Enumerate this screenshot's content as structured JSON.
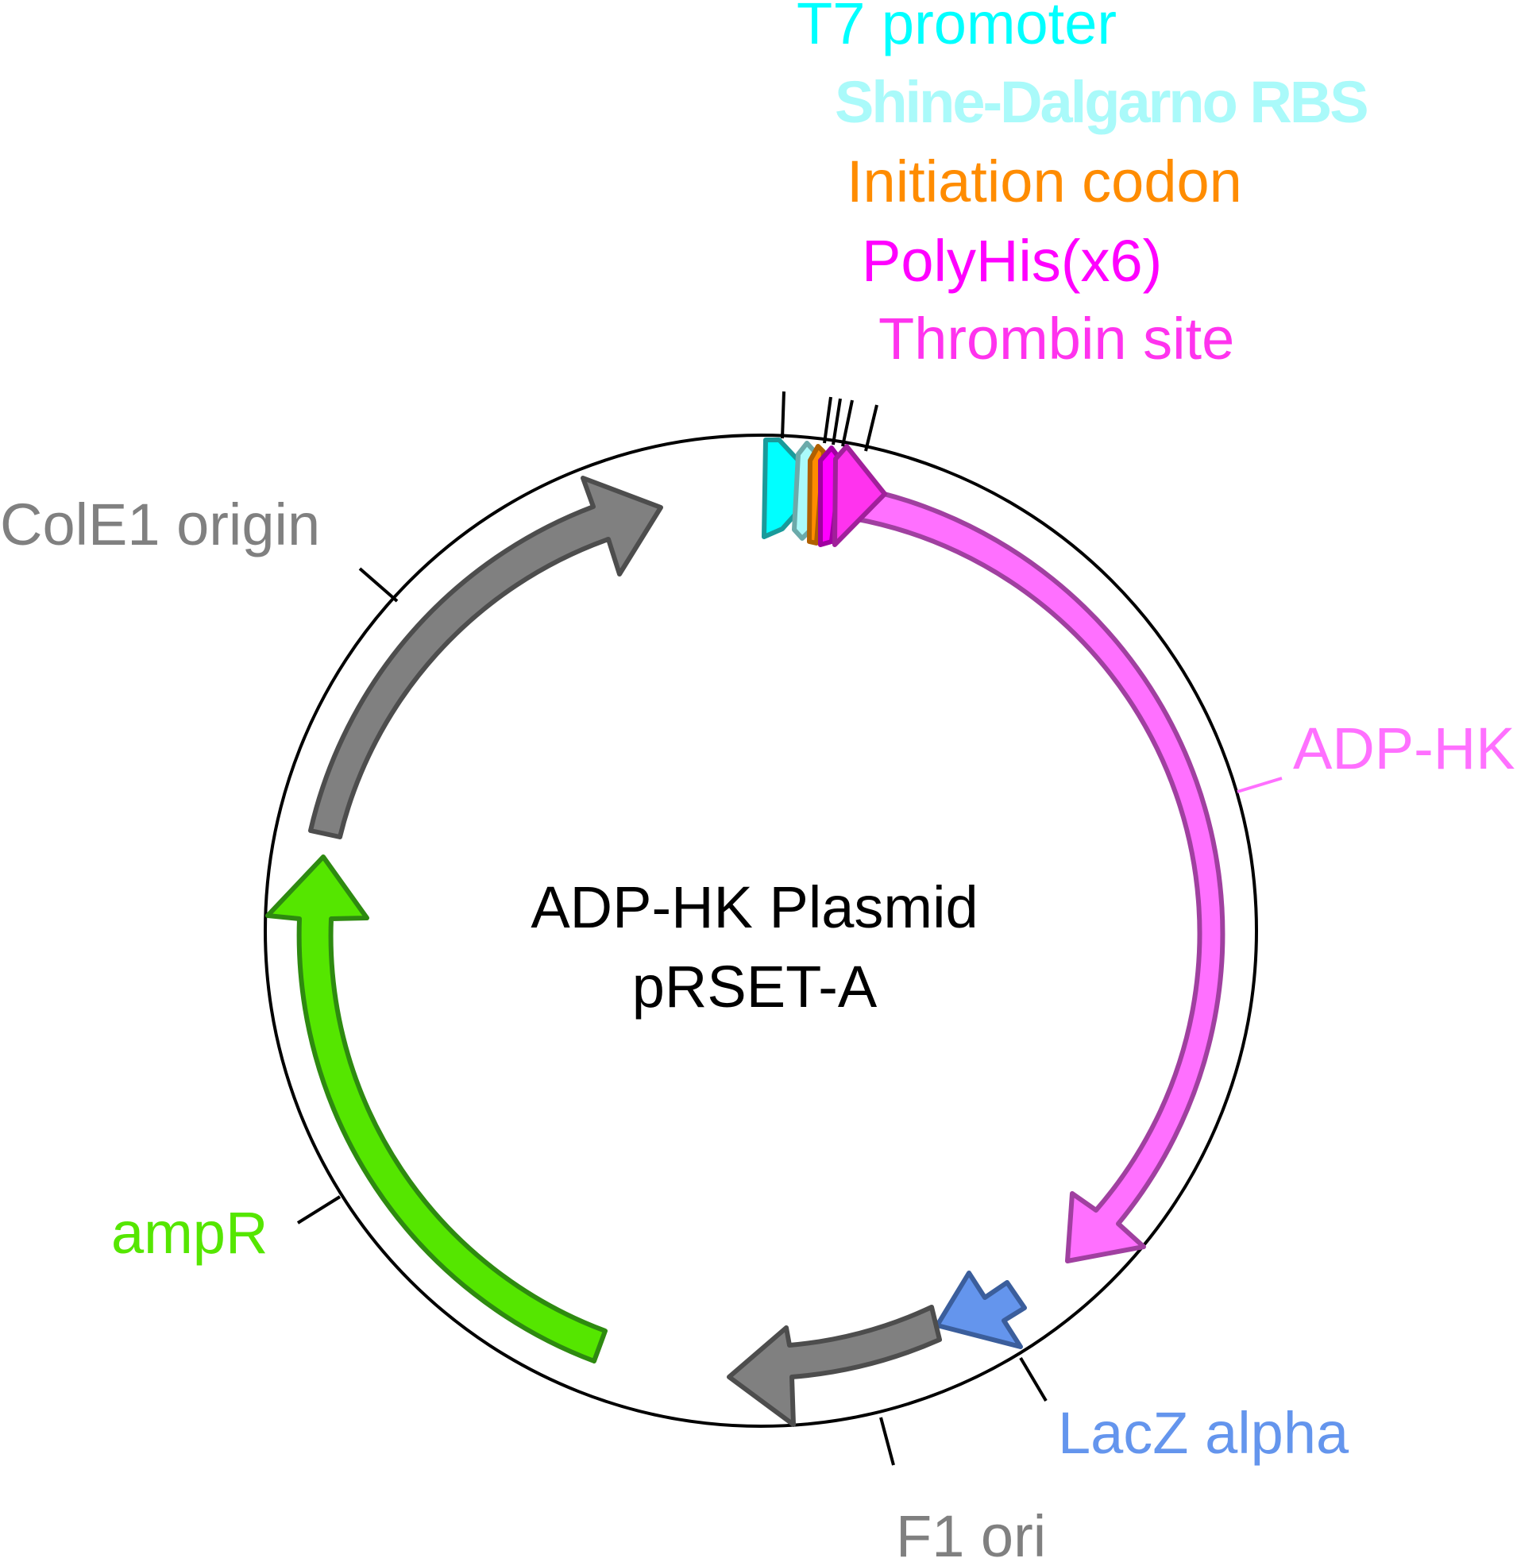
{
  "plasmid": {
    "name": "ADP-HK Plasmid",
    "backbone": "pRSET-A"
  },
  "features": [
    {
      "id": "t7-promoter",
      "label": "T7 promoter",
      "color": "#00FFFF",
      "stroke": "#1A9A9A"
    },
    {
      "id": "shine-dalgarno-rbs",
      "label": "Shine-Dalgarno RBS",
      "color": "#AAFAFA",
      "stroke": "#6BAAAA"
    },
    {
      "id": "initiation-codon",
      "label": "Initiation codon",
      "color": "#FF8C00",
      "stroke": "#B06000"
    },
    {
      "id": "polyhis-x6",
      "label": "PolyHis(x6)",
      "color": "#FF00FF",
      "stroke": "#A000A0"
    },
    {
      "id": "thrombin-site",
      "label": "Thrombin site",
      "color": "#FF33EE",
      "stroke": "#A0209A"
    },
    {
      "id": "adp-hk",
      "label": "ADP-HK",
      "color": "#FF70FF",
      "stroke": "#A040A0"
    },
    {
      "id": "lacz-alpha",
      "label": "LacZ alpha",
      "color": "#6495ED",
      "stroke": "#3B5E9C"
    },
    {
      "id": "f1-ori",
      "label": "F1 ori",
      "color": "#808080",
      "stroke": "#4D4D4D"
    },
    {
      "id": "ampr",
      "label": "ampR",
      "color": "#55E600",
      "stroke": "#2E8A10"
    },
    {
      "id": "cole1-origin",
      "label": "ColE1 origin",
      "color": "#808080",
      "stroke": "#4D4D4D"
    }
  ]
}
